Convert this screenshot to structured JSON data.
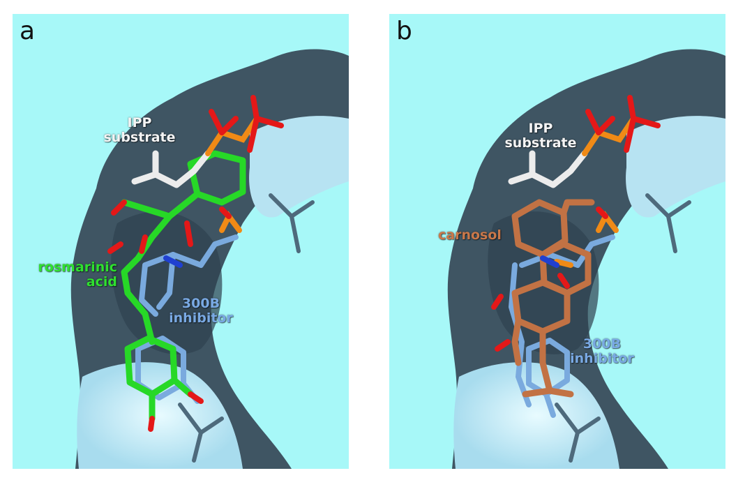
{
  "panels": [
    {
      "letter": "a",
      "labels": {
        "ipp": [
          "IPP",
          "substrate"
        ],
        "ligand": [
          "rosmarinic",
          "acid"
        ],
        "inhibitor": [
          "300B",
          "inhibitor"
        ]
      }
    },
    {
      "letter": "b",
      "labels": {
        "ipp": [
          "IPP",
          "substrate"
        ],
        "ligand": [
          "carnosol"
        ],
        "inhibitor": [
          "300B",
          "inhibitor"
        ]
      }
    }
  ],
  "colors": {
    "background": "#a7f8f8",
    "surface_dark": "#3f5563",
    "surface_light": "#b8e6f4",
    "ipp_stick": "#ececec",
    "phosphate": "#f08a16",
    "oxygen": "#e41818",
    "nitrogen": "#2040d0",
    "rosmarinic_acid": "#27d827",
    "carnosol": "#c27244",
    "inhibitor": "#7aaade"
  }
}
